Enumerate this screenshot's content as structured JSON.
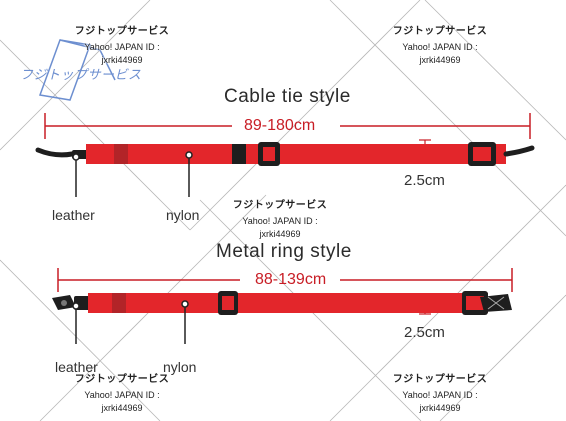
{
  "top": {
    "title": "Cable tie style",
    "length": "89-180cm",
    "width": "2.5cm",
    "labels": {
      "left": "leather",
      "right": "nylon"
    }
  },
  "bottom": {
    "title": "Metal ring style",
    "length": "88-139cm",
    "width": "2.5cm",
    "labels": {
      "left": "leather",
      "right": "nylon"
    }
  },
  "watermark": {
    "brand": "フジトップサービス",
    "id_label": "Yahoo! JAPAN ID :",
    "id_value": "jxrki44969",
    "logo_text": "フジトップサービス"
  },
  "colors": {
    "strap_red": "#e3262b",
    "measure_red": "#c81d25",
    "hardware_black": "#1e1e1e",
    "logo_blue": "#6d8fd0"
  }
}
